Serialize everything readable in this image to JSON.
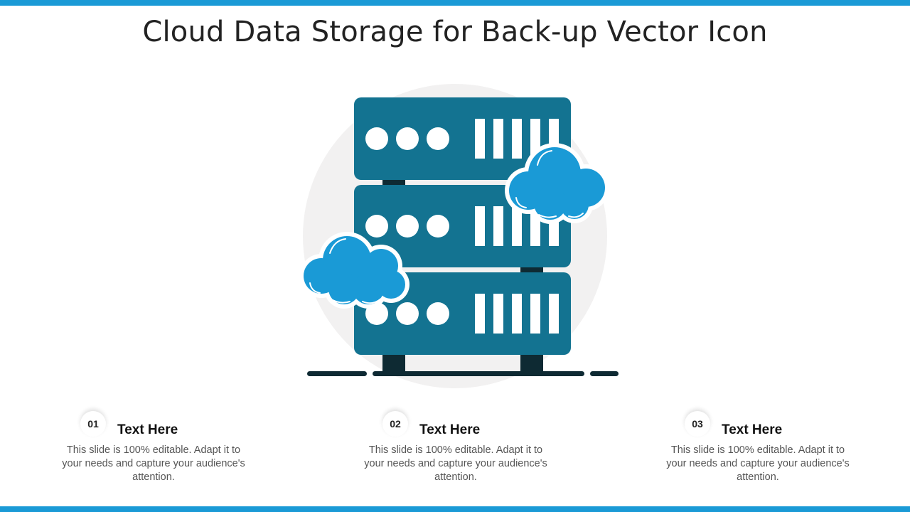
{
  "slide": {
    "title": "Cloud Data Storage for Back-up Vector Icon"
  },
  "colors": {
    "accent_bar": "#1a9ad6",
    "server": "#137391",
    "server_dark": "#0e2a33",
    "cloud": "#1a9ad6",
    "circle_bg": "#f2f1f1"
  },
  "illustration": {
    "icons": [
      "server-rack-icon",
      "cloud-icon",
      "cloud-icon"
    ]
  },
  "features": [
    {
      "number": "01",
      "title": "Text Here",
      "description": "This slide is 100% editable. Adapt it to your needs and capture your audience's attention."
    },
    {
      "number": "02",
      "title": "Text Here",
      "description": "This slide is 100% editable. Adapt it to your needs and capture your audience's attention."
    },
    {
      "number": "03",
      "title": "Text Here",
      "description": "This slide is 100% editable. Adapt it to your needs and capture your audience's attention."
    }
  ]
}
